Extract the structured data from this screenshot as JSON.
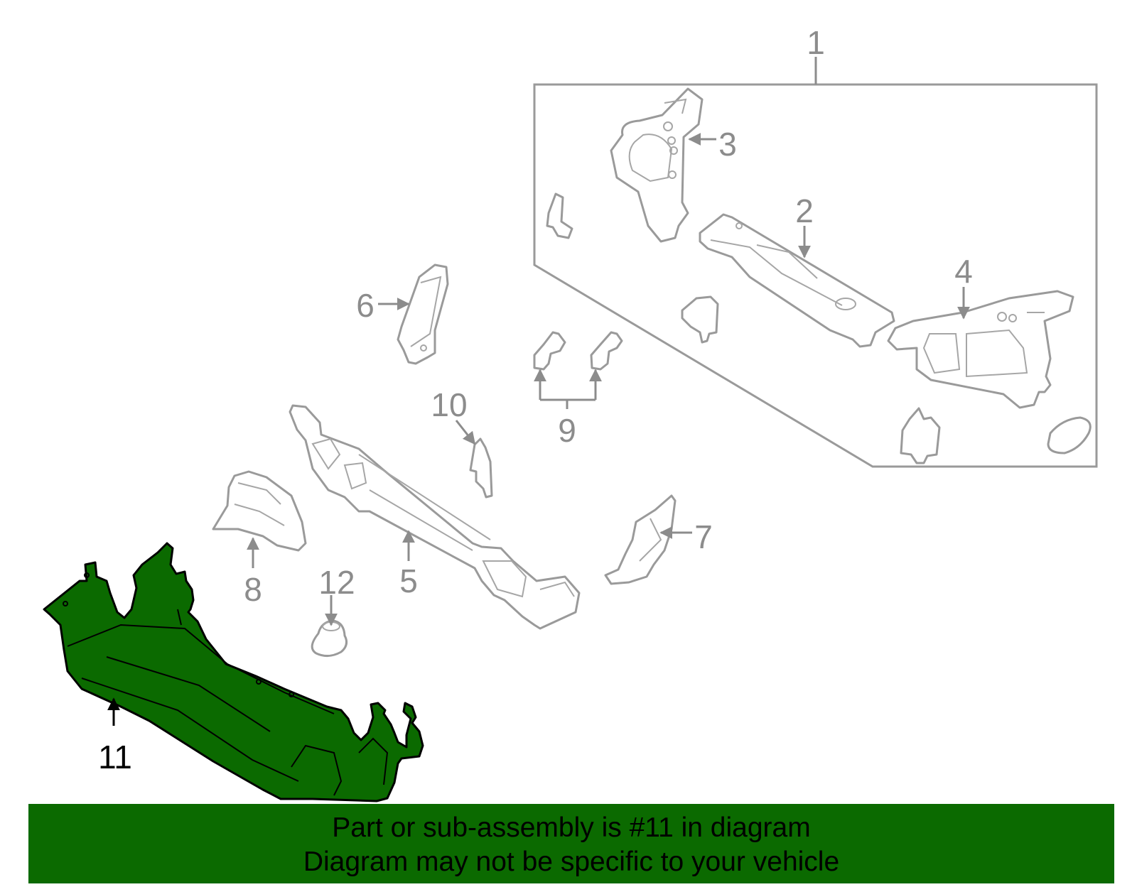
{
  "callouts": {
    "c1": "1",
    "c2": "2",
    "c3": "3",
    "c4": "4",
    "c5": "5",
    "c6": "6",
    "c7": "7",
    "c8": "8",
    "c9": "9",
    "c10": "10",
    "c11": "11",
    "c12": "12"
  },
  "highlight_color": "#0b6a00",
  "highlighted_part": "11",
  "banner": {
    "line1": "Part or sub-assembly is #11 in diagram",
    "line2": "Diagram may not be specific to your vehicle"
  }
}
